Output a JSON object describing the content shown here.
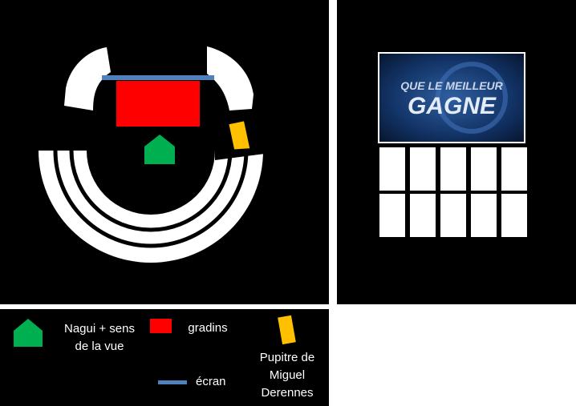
{
  "colors": {
    "background": "#000000",
    "seating": "#ffffff",
    "host": "#00b050",
    "stands": "#ff0000",
    "screen": "#4f81bd",
    "desk": "#ffc000"
  },
  "screen_panel": {
    "logo_line1": "QUE LE MEILLEUR",
    "logo_line2": "GAGNE",
    "contestant_rows": 2,
    "contestant_cols": 5
  },
  "legend": {
    "host_label": "Nagui + sens de la vue",
    "stands_label": "gradins",
    "desk_label": "Pupitre de Miguel Derennes",
    "screen_label": "écran"
  }
}
